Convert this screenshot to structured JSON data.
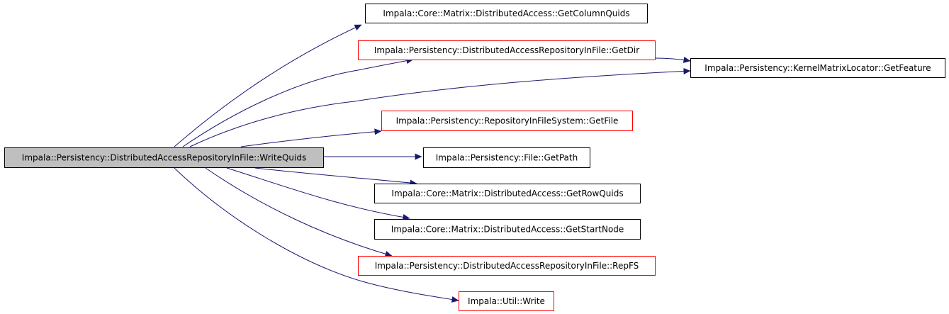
{
  "graph": {
    "colors": {
      "edge": "#191970",
      "root_fill": "#bfbfbf",
      "node_fill": "#ffffff",
      "normal_border": "#000000",
      "highlight_border": "#ff0000"
    },
    "nodes": [
      {
        "id": "root",
        "label": "Impala::Persistency::DistributedAccessRepositoryInFile::WriteQuids",
        "style": "root"
      },
      {
        "id": "getcolumnquids",
        "label": "Impala::Core::Matrix::DistributedAccess::GetColumnQuids",
        "style": "normal"
      },
      {
        "id": "getdir",
        "label": "Impala::Persistency::DistributedAccessRepositoryInFile::GetDir",
        "style": "highlight"
      },
      {
        "id": "getfeature",
        "label": "Impala::Persistency::KernelMatrixLocator::GetFeature",
        "style": "normal"
      },
      {
        "id": "getfile",
        "label": "Impala::Persistency::RepositoryInFileSystem::GetFile",
        "style": "highlight"
      },
      {
        "id": "getpath",
        "label": "Impala::Persistency::File::GetPath",
        "style": "normal"
      },
      {
        "id": "getrowquids",
        "label": "Impala::Core::Matrix::DistributedAccess::GetRowQuids",
        "style": "normal"
      },
      {
        "id": "getstartnode",
        "label": "Impala::Core::Matrix::DistributedAccess::GetStartNode",
        "style": "normal"
      },
      {
        "id": "repfs",
        "label": "Impala::Persistency::DistributedAccessRepositoryInFile::RepFS",
        "style": "highlight"
      },
      {
        "id": "write",
        "label": "Impala::Util::Write",
        "style": "highlight"
      }
    ],
    "edges": [
      {
        "from": "root",
        "to": "getcolumnquids"
      },
      {
        "from": "root",
        "to": "getdir"
      },
      {
        "from": "root",
        "to": "getfeature"
      },
      {
        "from": "root",
        "to": "getfile"
      },
      {
        "from": "root",
        "to": "getpath"
      },
      {
        "from": "root",
        "to": "getrowquids"
      },
      {
        "from": "root",
        "to": "getstartnode"
      },
      {
        "from": "root",
        "to": "repfs"
      },
      {
        "from": "root",
        "to": "write"
      },
      {
        "from": "getdir",
        "to": "getfeature"
      }
    ]
  }
}
